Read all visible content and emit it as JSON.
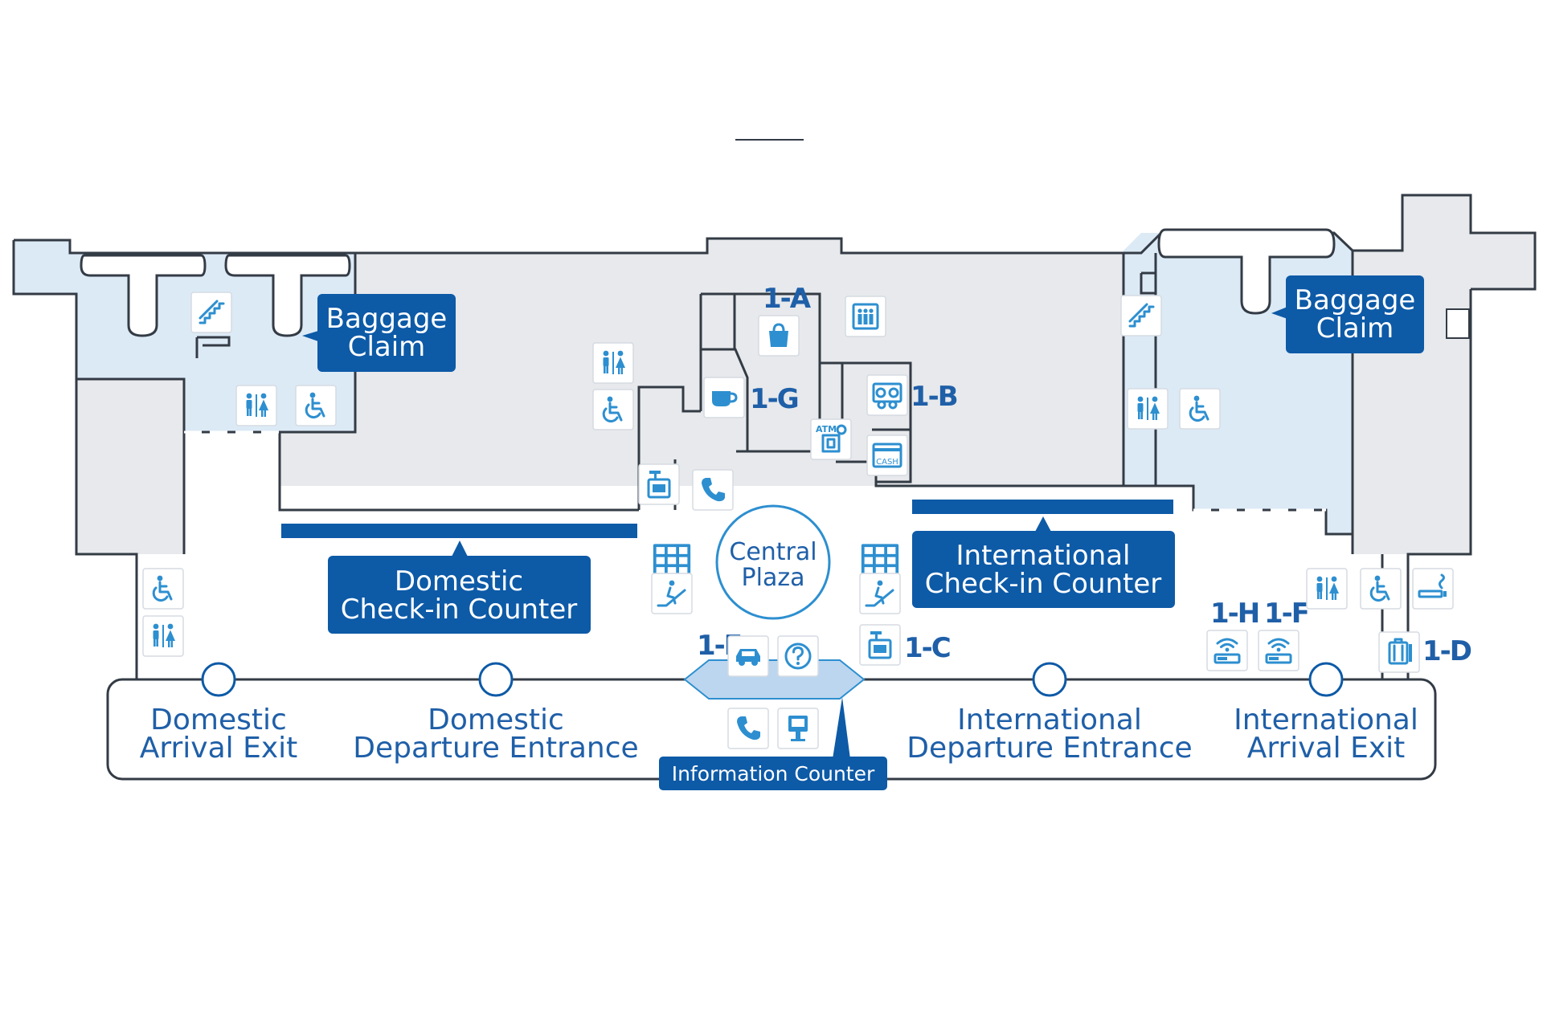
{
  "labels": {
    "baggage_claim_line1": "Baggage",
    "baggage_claim_line2": "Claim",
    "domestic_checkin_line1": "Domestic",
    "domestic_checkin_line2": "Check-in Counter",
    "international_checkin_line1": "International",
    "international_checkin_line2": "Check-in Counter",
    "central_plaza_line1": "Central",
    "central_plaza_line2": "Plaza",
    "information_counter": "Information Counter"
  },
  "entrances": {
    "domestic_arrival": [
      "Domestic",
      "Arrival Exit"
    ],
    "domestic_departure": [
      "Domestic",
      "Departure Entrance"
    ],
    "international_departure": [
      "International",
      "Departure Entrance"
    ],
    "international_arrival": [
      "International",
      "Arrival Exit"
    ]
  },
  "codes": {
    "a": "1-A",
    "b": "1-B",
    "c": "1-C",
    "d": "1-D",
    "e": "1-E",
    "f": "1-F",
    "g": "1-G",
    "h": "1-H"
  },
  "icon_text": {
    "atm": "ATM",
    "cash": "CASH"
  },
  "colors": {
    "brand_blue": "#0d5aa7",
    "icon_blue": "#2d8fd0",
    "baggage_area": "#dceaf6",
    "restricted_area": "#e7e9ec",
    "wall": "#333b45"
  },
  "icons": [
    "escalator-icon",
    "restroom-icon",
    "wheelchair-icon",
    "shopping-bag-icon",
    "elevator-icon",
    "cafe-icon",
    "currency-exchange-icon",
    "atm-icon",
    "cash-machine-icon",
    "baggage-storage-icon",
    "phone-icon",
    "locker-icon",
    "moving-walkway-icon",
    "car-rental-icon",
    "help-icon",
    "wifi-icon",
    "smoking-icon",
    "luggage-cart-icon",
    "public-phone-icon",
    "kiosk-icon"
  ]
}
